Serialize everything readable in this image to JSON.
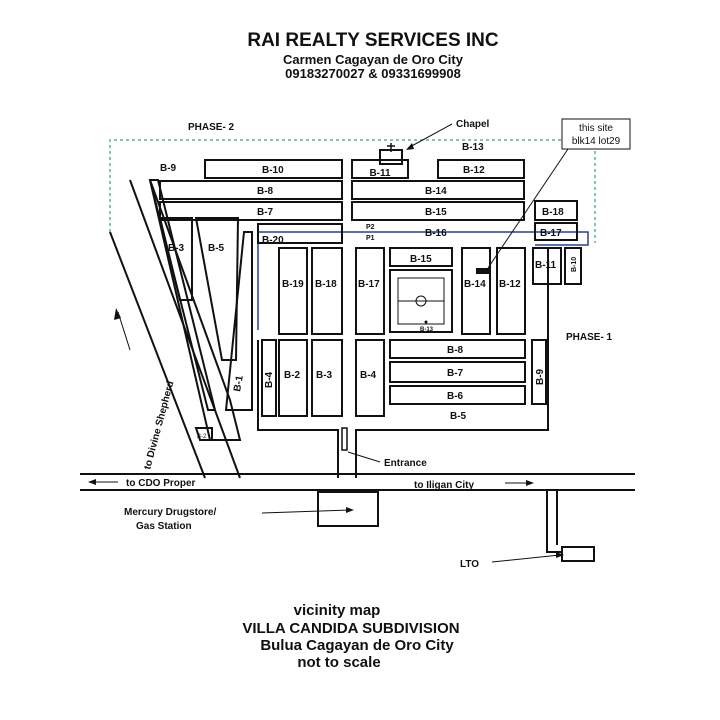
{
  "header": {
    "company": "RAI REALTY SERVICES INC",
    "address": "Carmen Cagayan de Oro City",
    "phones": "09183270027 & 09331699908"
  },
  "callout": {
    "line1": "this site",
    "line2": "blk14 lot29"
  },
  "labels": {
    "phase2": "PHASE- 2",
    "phase1": "PHASE- 1",
    "chapel": "Chapel",
    "entrance": "Entrance",
    "to_cdo": "to CDO Proper",
    "to_iligan": "to Iligan City",
    "to_divine": "to Divine Shepherd",
    "mercury1": "Mercury Drugstore/",
    "mercury2": "Gas Station",
    "lto": "LTO",
    "p2": "P2",
    "p1": "P1"
  },
  "blocks": {
    "b9": "B-9",
    "b10": "B-10",
    "b11_top": "B-11",
    "b13": "B-13",
    "b12_top": "B-12",
    "b8_top": "B-8",
    "b14_top": "B-14",
    "b7_top": "B-7",
    "b15_top": "B-15",
    "b18_right": "B-18",
    "b17_right": "B-17",
    "b20": "B-20",
    "b16": "B-16",
    "b3_left": "B-3",
    "b5_left": "B-5",
    "b19": "B-19",
    "b18_p1": "B-18",
    "b17_p1": "B-17",
    "b15_p1": "B-15",
    "b14_p1": "B-14",
    "b12_p1": "B-12",
    "b11_p1": "B-11",
    "b10_p1": "B-10",
    "b13_p1": "B-13",
    "b8_p1": "B-8",
    "b7_p1": "B-7",
    "b6_p1": "B-6",
    "b5_p1": "B-5",
    "b9_p1": "B-9",
    "b1": "B-1",
    "b4a": "B-4",
    "b2": "B-2",
    "b3_p1": "B-3",
    "b4_p1": "B-4",
    "b2_small": "B-2"
  },
  "footer": {
    "title": "vicinity map",
    "subdivision": "VILLA CANDIDA SUBDIVISION",
    "location": "Bulua Cagayan de Oro City",
    "note": "not to scale"
  },
  "colors": {
    "phase2_boundary": "#7fc4bd",
    "phase1_boundary": "#2a3f9a",
    "ink": "#111111"
  }
}
